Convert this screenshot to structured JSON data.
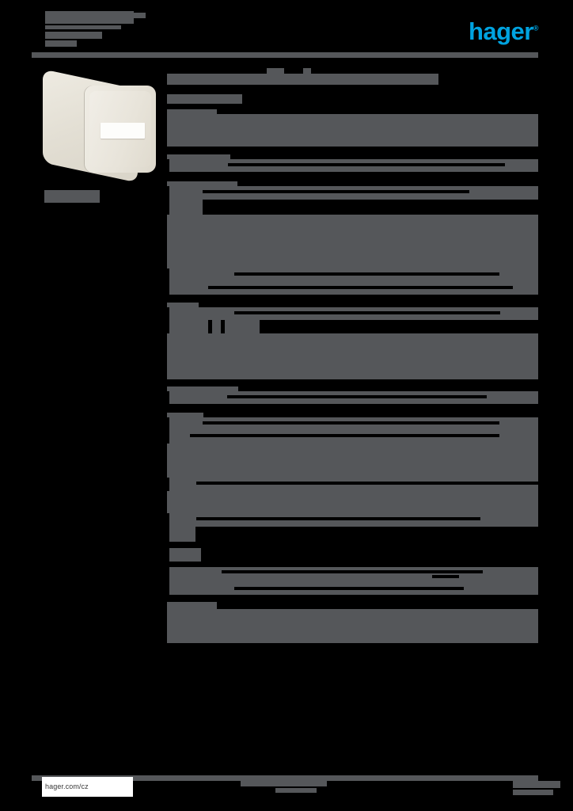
{
  "document": {
    "type": "product-datasheet",
    "brand": "hager",
    "brand_color": "#00a3e0",
    "redaction_color": "#55575a",
    "page_background": "#000000",
    "content_state": "redacted"
  },
  "header": {
    "title_lines": [
      "",
      "",
      "",
      ""
    ],
    "superscript": "",
    "logo_text": "hager",
    "logo_mark": "®"
  },
  "product": {
    "image_alt": "surface-mounted switch, cream housing with white label field",
    "body_color": "#e3dfd4",
    "face_color": "#e8e4da",
    "label_color": "#fdfdfb",
    "caption": ""
  },
  "main": {
    "title": "",
    "subtitle": "",
    "intro_block": "",
    "sections": [
      {
        "heading": "",
        "rows": [
          {
            "label": "",
            "value": ""
          }
        ]
      },
      {
        "heading": "",
        "rows": [
          {
            "label": "",
            "value": ""
          },
          {
            "label": "",
            "value": ""
          }
        ]
      },
      {
        "heading": "",
        "rows": [
          {
            "label": "",
            "value": ""
          },
          {
            "label": "",
            "value": ""
          }
        ]
      },
      {
        "heading": "",
        "rows": [
          {
            "label": "",
            "value": ""
          }
        ]
      },
      {
        "heading": "",
        "rows": [
          {
            "label": "",
            "value": ""
          },
          {
            "label": "",
            "value": ""
          },
          {
            "label": "",
            "value": ""
          }
        ]
      },
      {
        "heading": "",
        "rows": [
          {
            "label": "",
            "value": ""
          },
          {
            "label": "",
            "value": ""
          }
        ]
      },
      {
        "heading": "",
        "rows": [
          {
            "label": "",
            "value": ""
          }
        ]
      }
    ]
  },
  "footer": {
    "url": "hager.com/cz",
    "center_text": "",
    "page_number": ""
  }
}
